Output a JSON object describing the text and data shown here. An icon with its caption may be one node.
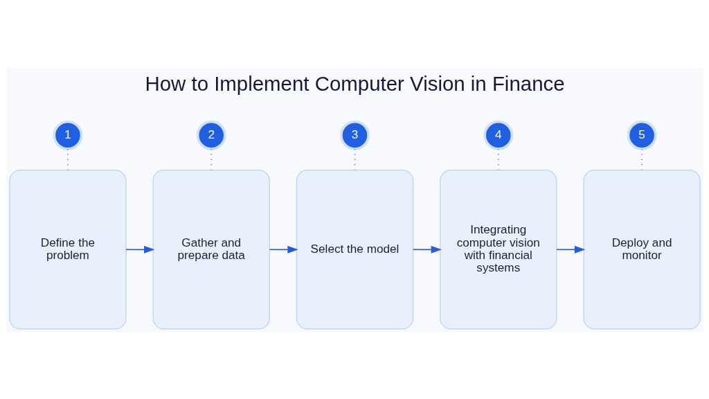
{
  "diagram": {
    "title": "How to Implement Computer Vision in Finance",
    "nodes": [
      {
        "text": [
          "1"
        ]
      },
      {
        "text": [
          "Define the problem"
        ]
      },
      {
        "text": [
          "2"
        ]
      },
      {
        "text": [
          "Gather and prepare data"
        ]
      },
      {
        "text": [
          "3"
        ]
      },
      {
        "text": [
          "Select the model"
        ]
      },
      {
        "text": [
          "4"
        ]
      },
      {
        "text": [
          "Integrating computer vision with financial systems"
        ]
      },
      {
        "text": [
          "5"
        ]
      },
      {
        "text": [
          "Deploy and monitor"
        ]
      }
    ],
    "edges": [
      {
        "from": 0,
        "to": 1,
        "arrow": "none",
        "style": "dashed"
      },
      {
        "from": 2,
        "to": 3,
        "arrow": "none",
        "style": "dashed"
      },
      {
        "from": 4,
        "to": 5,
        "arrow": "none",
        "style": "dashed"
      },
      {
        "from": 6,
        "to": 7,
        "arrow": "none",
        "style": "dashed"
      },
      {
        "from": 8,
        "to": 9,
        "arrow": "none",
        "style": "dashed"
      },
      {
        "from": 1,
        "to": 3,
        "arrow": "to"
      },
      {
        "from": 3,
        "to": 5,
        "arrow": "to"
      },
      {
        "from": 5,
        "to": 7,
        "arrow": "to"
      },
      {
        "from": 7,
        "to": 9,
        "arrow": "to"
      }
    ]
  }
}
